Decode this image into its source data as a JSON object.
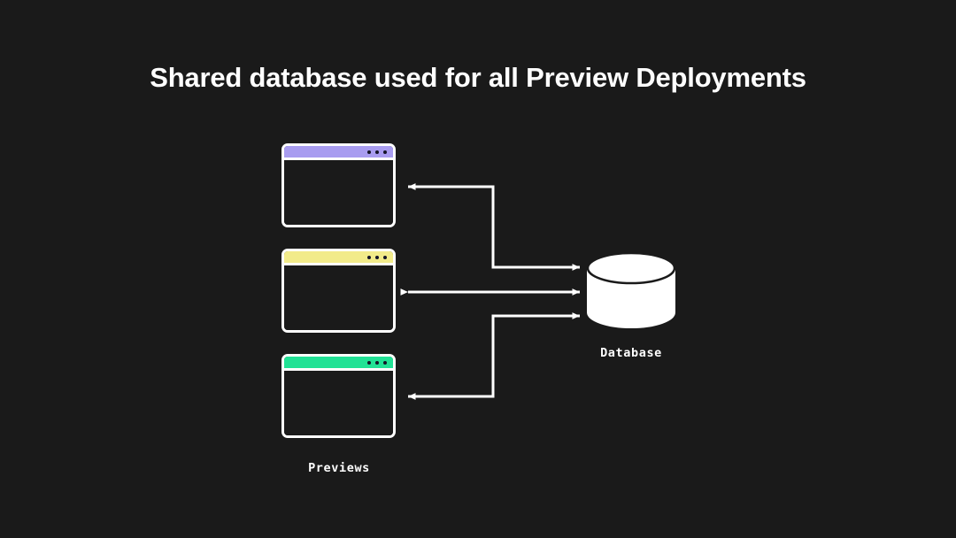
{
  "page": {
    "background_color": "#1a1a1a",
    "title": "Shared database used for all Preview Deployments",
    "title_color": "#ffffff"
  },
  "diagram": {
    "type": "architecture-flow",
    "previews_group_label": "Previews",
    "database_label": "Database",
    "database": {
      "shape": "cylinder",
      "fill_color": "#ffffff",
      "stroke_color": "#1a1a1a"
    },
    "windows": [
      {
        "name": "preview-window-1",
        "titlebar_color": "#a89cf0",
        "border_color": "#ffffff",
        "body_color": "#1a1a1a",
        "dot_color": "#141427",
        "dot_count": 3
      },
      {
        "name": "preview-window-2",
        "titlebar_color": "#f2eb8a",
        "border_color": "#ffffff",
        "body_color": "#1a1a1a",
        "dot_color": "#141427",
        "dot_count": 3
      },
      {
        "name": "preview-window-3",
        "titlebar_color": "#21e295",
        "border_color": "#ffffff",
        "body_color": "#1a1a1a",
        "dot_color": "#141427",
        "dot_count": 3
      }
    ],
    "connectors": [
      {
        "name": "connector-window-1",
        "from": "preview-window-1",
        "to": "database",
        "direction": "bidirectional",
        "routing": "elbow",
        "color": "#ffffff"
      },
      {
        "name": "connector-window-2",
        "from": "preview-window-2",
        "to": "database",
        "direction": "bidirectional",
        "routing": "straight",
        "color": "#ffffff"
      },
      {
        "name": "connector-window-3",
        "from": "preview-window-3",
        "to": "database",
        "direction": "bidirectional",
        "routing": "elbow",
        "color": "#ffffff"
      }
    ]
  }
}
